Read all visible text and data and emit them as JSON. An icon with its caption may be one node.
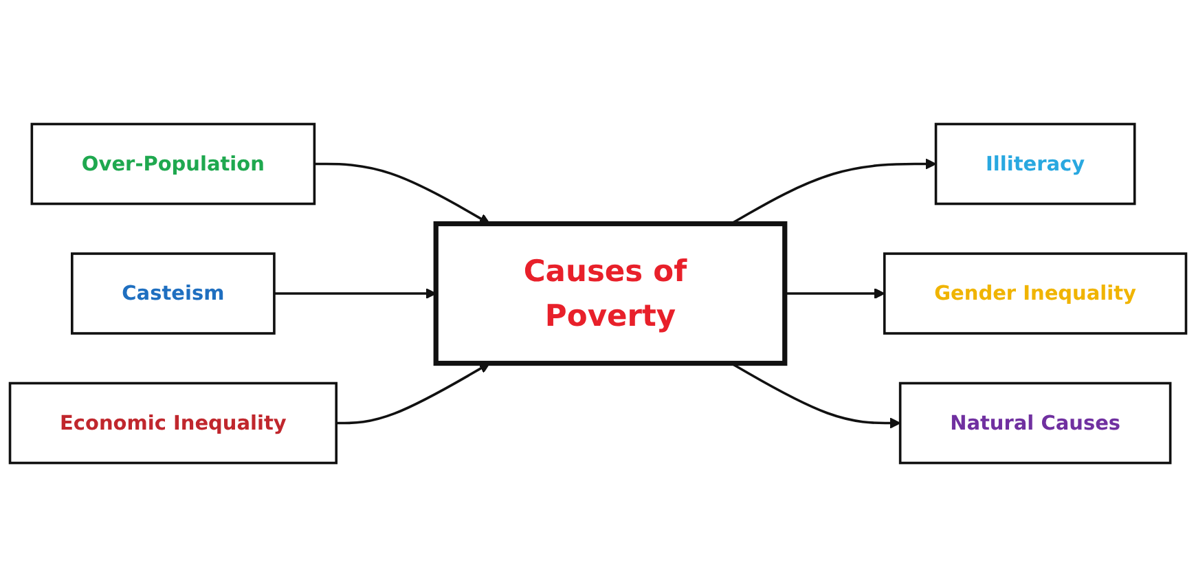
{
  "diagram": {
    "nodes": [
      {
        "text": [
          "Over-Population"
        ]
      },
      {
        "text": [
          "Casteism"
        ]
      },
      {
        "text": [
          "Economic Inequality"
        ]
      },
      {
        "text": [
          "Causes of Poverty"
        ]
      },
      {
        "text": [
          "Illiteracy"
        ]
      },
      {
        "text": [
          "Gender Inequality"
        ]
      },
      {
        "text": [
          "Natural Causes"
        ]
      }
    ],
    "edges": [
      {
        "from": 0,
        "to": 3,
        "arrow": "to"
      },
      {
        "from": 1,
        "to": 3,
        "arrow": "to"
      },
      {
        "from": 2,
        "to": 3,
        "arrow": "to"
      },
      {
        "from": 3,
        "to": 4,
        "arrow": "to"
      },
      {
        "from": 3,
        "to": 5,
        "arrow": "to"
      },
      {
        "from": 3,
        "to": 6,
        "arrow": "to"
      }
    ]
  }
}
